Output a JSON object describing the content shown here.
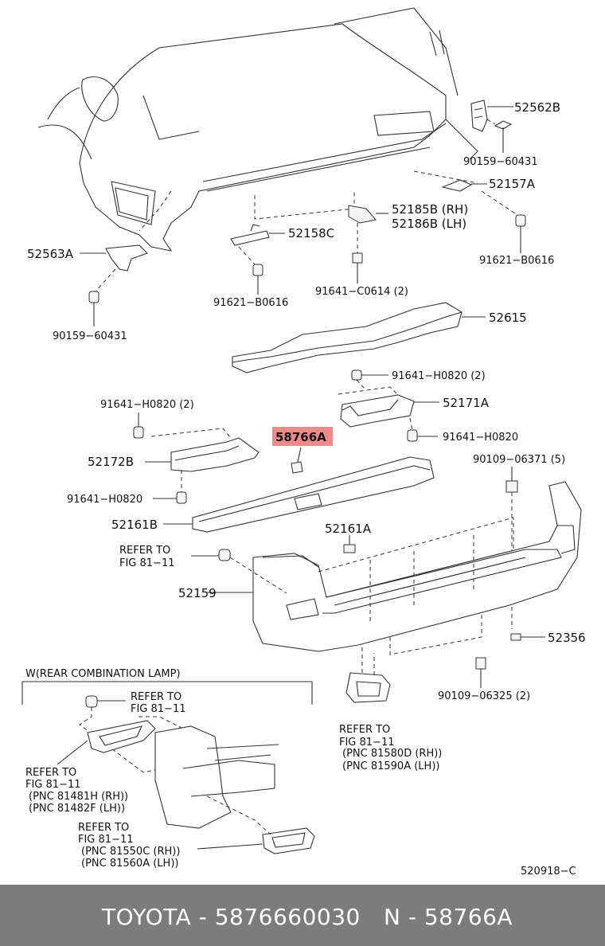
{
  "diagram": {
    "parts": {
      "p52562B": "52562B",
      "p90159_60431_top": "90159−60431",
      "p52157A": "52157A",
      "p52185B": "52185B (RH)",
      "p52186B": "52186B (LH)",
      "p52158C": "52158C",
      "p52563A": "52563A",
      "p91621_B0616_right": "91621−B0616",
      "p91621_B0616_left": "91621−B0616",
      "p91641_C0614": "91641−C0614 (2)",
      "p90159_60431_left": "90159−60431",
      "p52615": "52615",
      "p91641_H0820_2_right": "91641−H0820 (2)",
      "p52171A": "52171A",
      "p91641_H0820_2_left": "91641−H0820 (2)",
      "p91641_H0820_right": "91641−H0820",
      "p58766A": "58766A",
      "p52172B": "52172B",
      "p90109_06371": "90109−06371 (5)",
      "p91641_H0820_left": "91641−H0820",
      "p52161B": "52161B",
      "p52161A": "52161A",
      "p52159": "52159",
      "p52356": "52356",
      "p90109_06325": "90109−06325 (2)"
    },
    "refers": {
      "r1_line1": "REFER TO",
      "r1_line2": "FIG 81−11",
      "r2_line1": "REFER TO",
      "r2_line2": "FIG 81−11",
      "r2_line3": "(PNC 81580D (RH))",
      "r2_line4": "(PNC 81590A (LH))",
      "r3_line1": "REFER TO",
      "r3_line2": "FIG 81−11",
      "r4_line1": "REFER TO",
      "r4_line2": "FIG 81−11",
      "r4_line3": "(PNC 81481H (RH))",
      "r4_line4": "(PNC 81482F (LH))",
      "r5_line1": "REFER TO",
      "r5_line2": "FIG 81−11",
      "r5_line3": "(PNC 81550C (RH))",
      "r5_line4": "(PNC 81560A (LH))"
    },
    "inset_title": "W(REAR COMBINATION LAMP)",
    "figure_code": "520918−C",
    "highlight_color": "#f08a8a"
  },
  "footer": {
    "brand_part": "TOYOTA - 5876660030",
    "pnc": "N - 58766A"
  }
}
